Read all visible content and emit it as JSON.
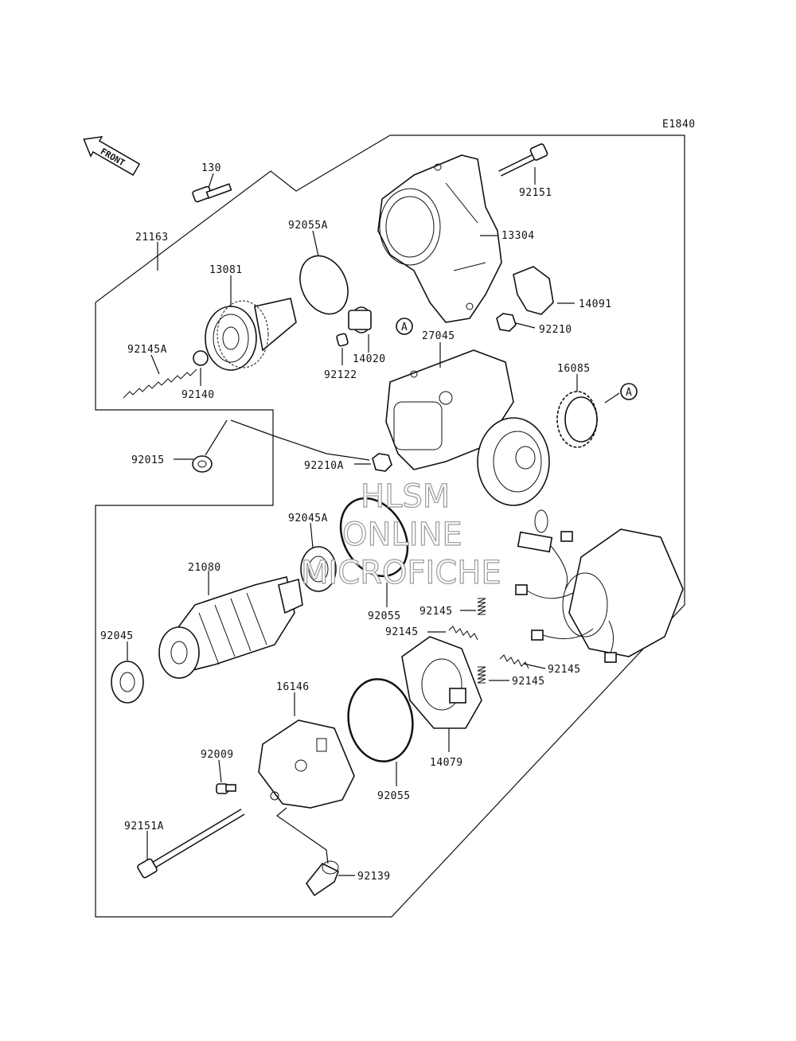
{
  "diagram_code": "E1840",
  "front_label": "FRONT",
  "watermark": [
    "HLSM",
    "ONLINE",
    "MICROFICHE"
  ],
  "ref_marker": "A",
  "parts": [
    {
      "id": "p130",
      "label": "130"
    },
    {
      "id": "p92151",
      "label": "92151"
    },
    {
      "id": "p21163",
      "label": "21163"
    },
    {
      "id": "p92055A",
      "label": "92055A"
    },
    {
      "id": "p13304",
      "label": "13304"
    },
    {
      "id": "p13081",
      "label": "13081"
    },
    {
      "id": "p14091",
      "label": "14091"
    },
    {
      "id": "p27045",
      "label": "27045"
    },
    {
      "id": "p92210",
      "label": "92210"
    },
    {
      "id": "p92145A",
      "label": "92145A"
    },
    {
      "id": "p14020",
      "label": "14020"
    },
    {
      "id": "p92122",
      "label": "92122"
    },
    {
      "id": "p92140",
      "label": "92140"
    },
    {
      "id": "p16085",
      "label": "16085"
    },
    {
      "id": "p92015",
      "label": "92015"
    },
    {
      "id": "p92210A",
      "label": "92210A"
    },
    {
      "id": "p92045A",
      "label": "92045A"
    },
    {
      "id": "p21080",
      "label": "21080"
    },
    {
      "id": "p92145a",
      "label": "92145"
    },
    {
      "id": "p92145b",
      "label": "92145"
    },
    {
      "id": "p92045",
      "label": "92045"
    },
    {
      "id": "p92055a",
      "label": "92055"
    },
    {
      "id": "p92145c",
      "label": "92145"
    },
    {
      "id": "p92145d",
      "label": "92145"
    },
    {
      "id": "p16146",
      "label": "16146"
    },
    {
      "id": "p92009",
      "label": "92009"
    },
    {
      "id": "p14079",
      "label": "14079"
    },
    {
      "id": "p92055b",
      "label": "92055"
    },
    {
      "id": "p92151A",
      "label": "92151A"
    },
    {
      "id": "p92139",
      "label": "92139"
    }
  ]
}
